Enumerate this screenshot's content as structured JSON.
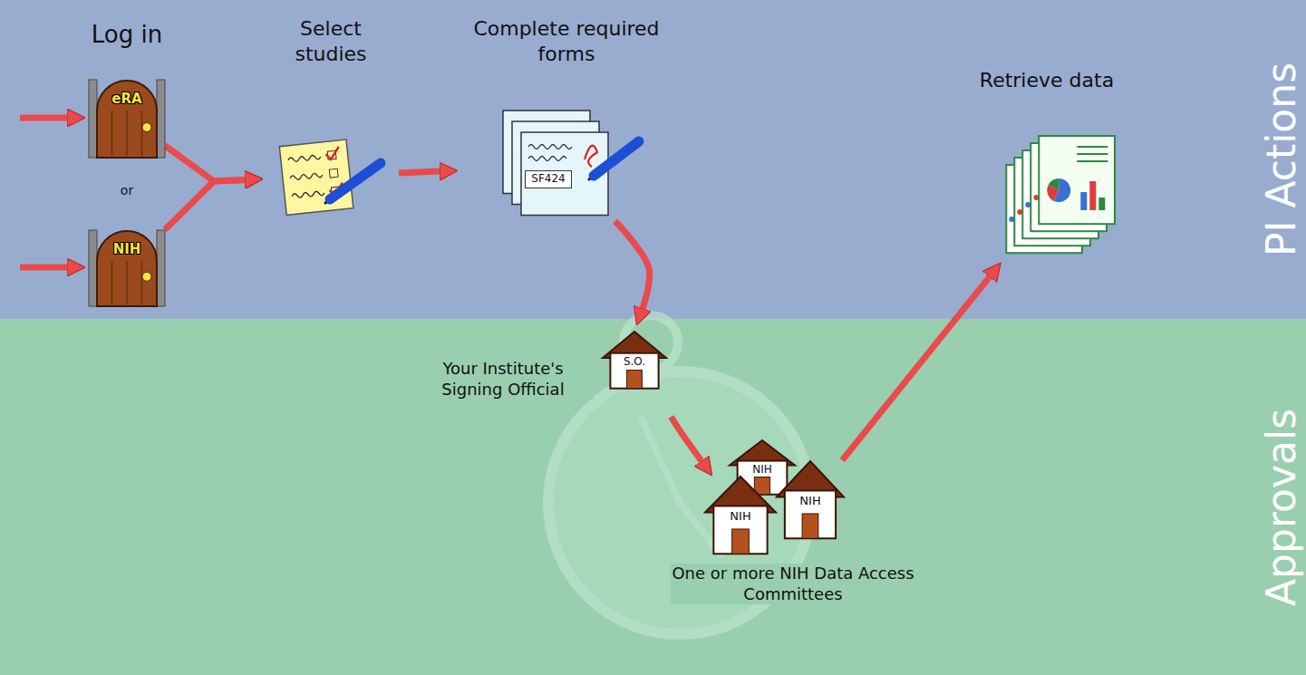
{
  "diagram": {
    "nodes": [
      {
        "text": [
          "PI Actions"
        ]
      },
      {
        "text": [
          "Approvals"
        ]
      },
      {
        "text": [
          "eRA"
        ],
        "in": 0
      },
      {
        "text": [
          "NIH"
        ],
        "in": 0
      },
      {
        "text": [
          "Select studies"
        ],
        "in": 0
      },
      {
        "text": [
          "Complete required forms",
          "SF424"
        ],
        "in": 0
      },
      {
        "text": [
          "Retrieve data"
        ],
        "in": 0
      },
      {
        "text": [
          "Your Institute's Signing Official",
          "S.O."
        ],
        "in": 1
      },
      {
        "text": [
          "NIH"
        ],
        "in": 1
      },
      {
        "text": [
          "NIH"
        ],
        "in": 1
      },
      {
        "text": [
          "NIH"
        ],
        "in": 1
      }
    ],
    "edges": [
      {
        "from": 2,
        "to": 4,
        "arrow": "to"
      },
      {
        "from": 3,
        "to": 4,
        "arrow": "to"
      },
      {
        "from": 4,
        "to": 5,
        "arrow": "to"
      },
      {
        "from": 5,
        "to": 7,
        "arrow": "to"
      },
      {
        "from": 7,
        "to": 9,
        "arrow": "to"
      },
      {
        "from": 10,
        "to": 6,
        "arrow": "to"
      }
    ],
    "labels": [
      "Log in",
      "or",
      "One or more NIH Data Access Committees"
    ]
  }
}
